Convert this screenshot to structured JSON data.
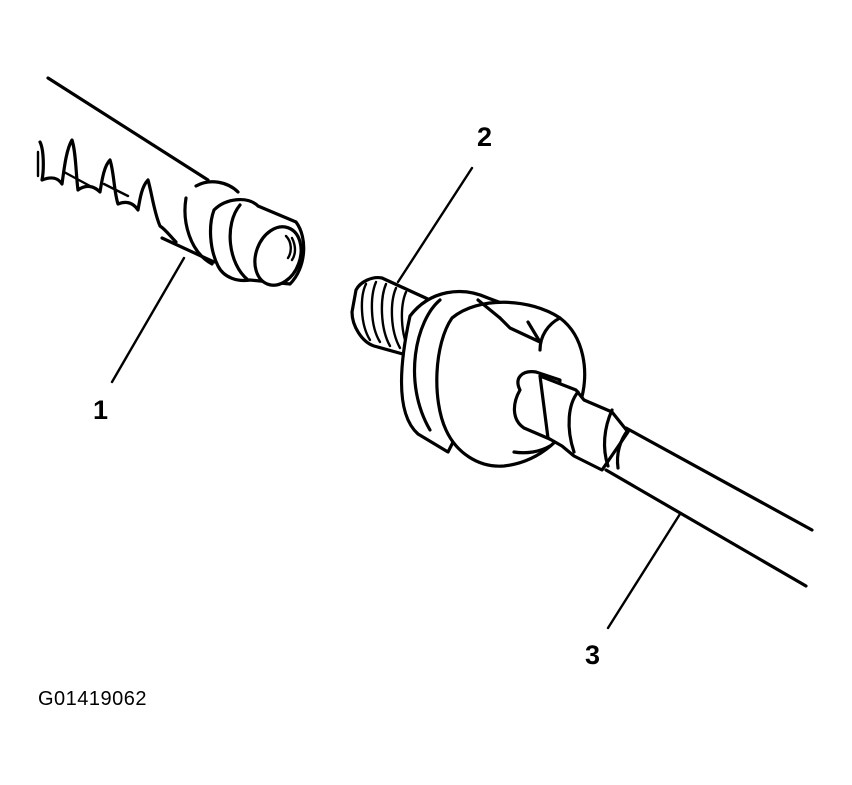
{
  "callouts": [
    {
      "label": "1"
    },
    {
      "label": "2"
    },
    {
      "label": "3"
    }
  ],
  "figure_id": "G01419062"
}
